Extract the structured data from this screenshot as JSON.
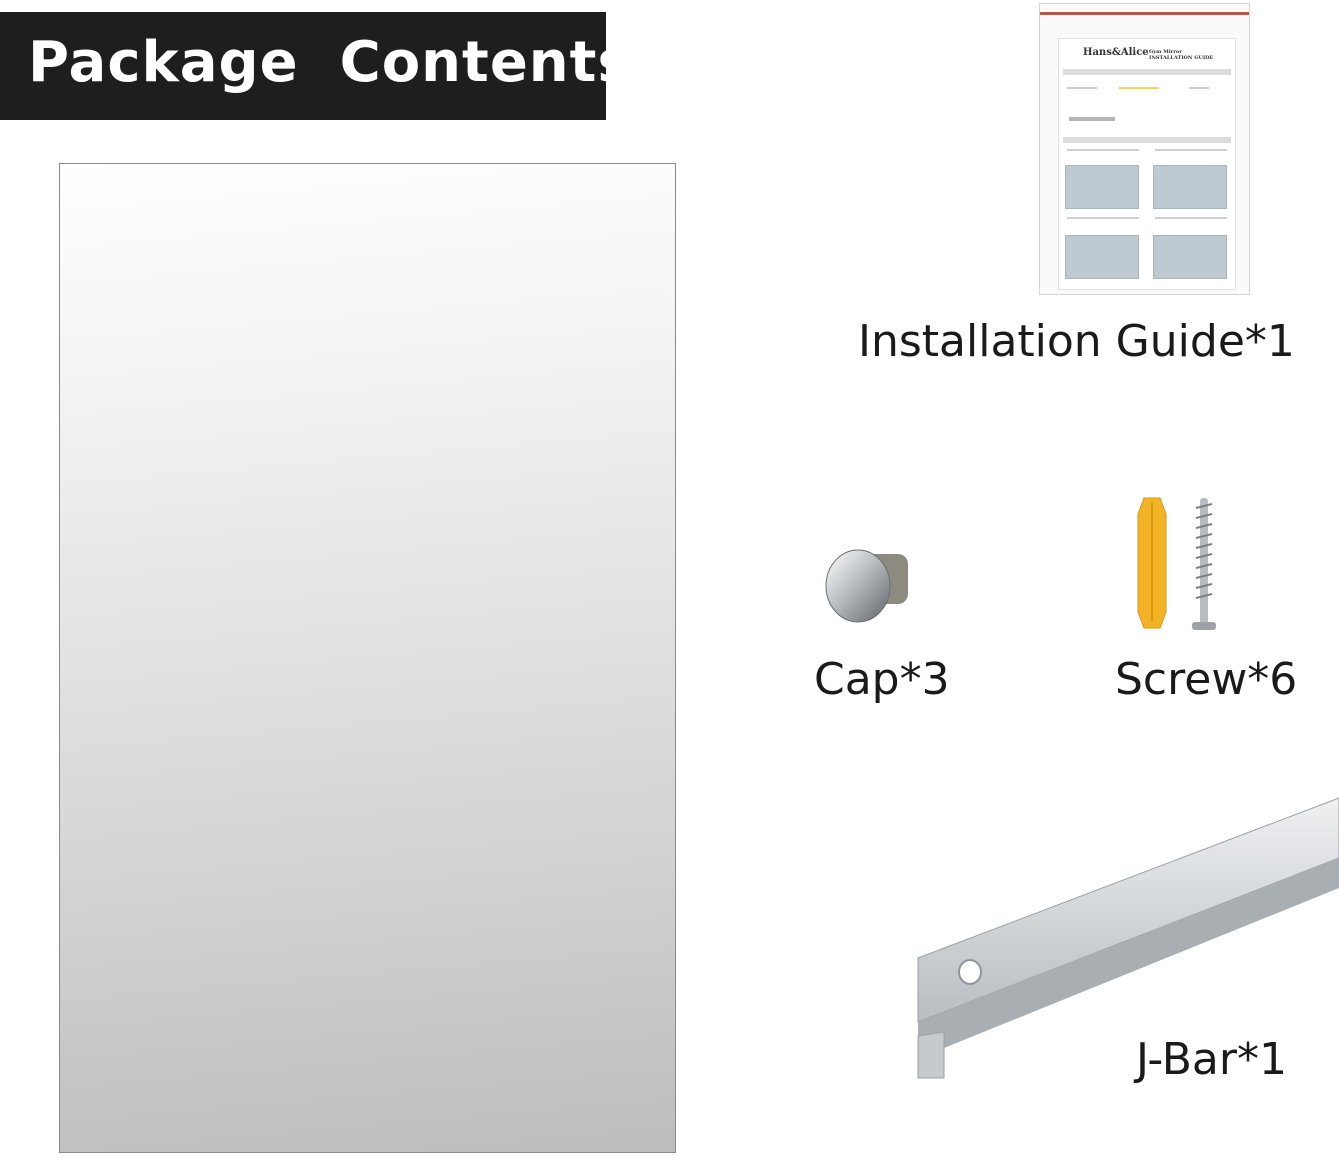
{
  "header": {
    "title": "Package  Contents"
  },
  "items": {
    "guide": {
      "label": "Installation Guide*1",
      "brand": "Hans&Alice",
      "doc_title_1": "Gym Mirror",
      "doc_title_2": "INSTALLATION GUIDE"
    },
    "cap": {
      "label": "Cap*3"
    },
    "screw": {
      "label": "Screw*6"
    },
    "jbar": {
      "label": "J-Bar*1"
    }
  },
  "colors": {
    "header_bg": "#1e1e1e",
    "header_text": "#ffffff",
    "anchor": "#f2b325",
    "metal": "#c9cdd1"
  }
}
